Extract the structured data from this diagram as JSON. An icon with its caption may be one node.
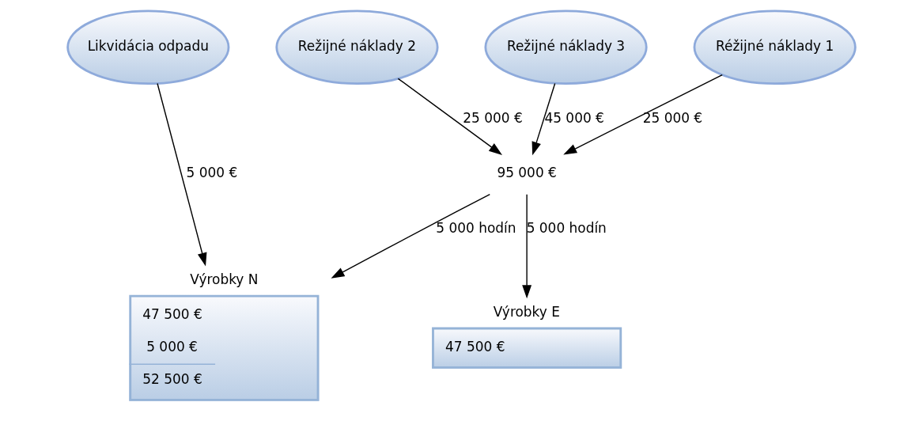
{
  "diagram": {
    "nodes": [
      {
        "text": [
          "Réžijné náklady 1"
        ]
      },
      {
        "text": [
          "Režijné náklady 2"
        ]
      },
      {
        "text": [
          "Režijné náklady 3"
        ]
      },
      {
        "text": [
          "Likvidácia odpadu"
        ]
      },
      {
        "text": [
          "95 000 €"
        ]
      },
      {
        "text": [
          "Výrobky E",
          "47 500 €"
        ]
      },
      {
        "text": [
          "Výrobky N",
          "47 500 €",
          "5 000 €",
          "52 500 €"
        ]
      }
    ],
    "edges": [
      {
        "from": 0,
        "to": 4,
        "arrow": "to",
        "label": "25 000 €"
      },
      {
        "from": 1,
        "to": 4,
        "arrow": "to",
        "label": "25 000 €"
      },
      {
        "from": 2,
        "to": 4,
        "arrow": "to",
        "label": "45 000 €"
      },
      {
        "from": 4,
        "to": 5,
        "arrow": "to",
        "label": "5 000 hodín"
      },
      {
        "from": 4,
        "to": 6,
        "arrow": "to",
        "label": "5 000 hodín"
      },
      {
        "from": 3,
        "to": 6,
        "arrow": "to",
        "label": "5 000 €"
      }
    ]
  }
}
